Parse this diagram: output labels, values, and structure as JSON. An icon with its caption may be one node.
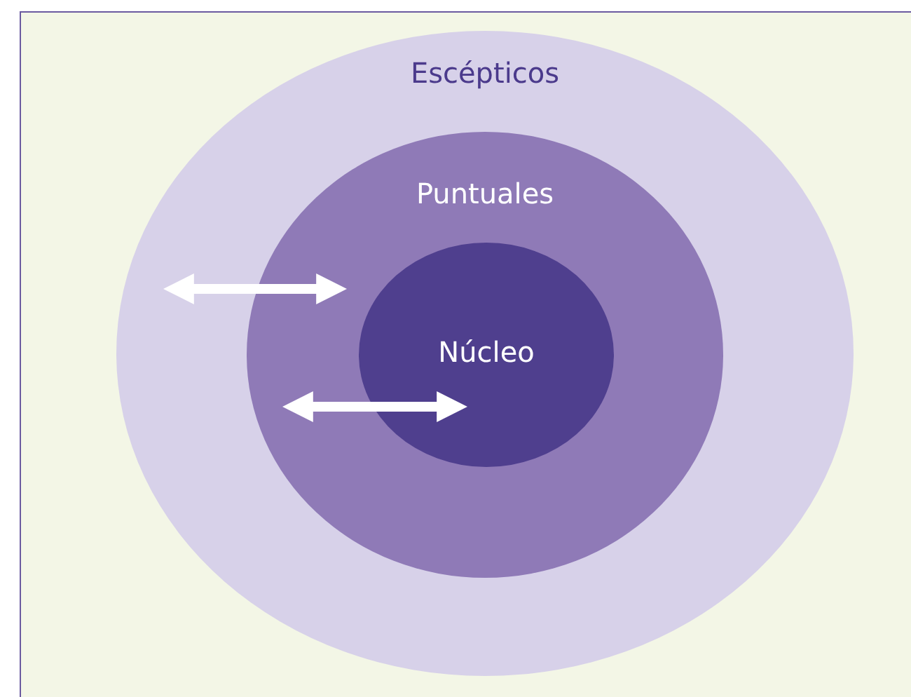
{
  "diagram": {
    "nodes": [
      {
        "text": [
          "Escépticos"
        ]
      },
      {
        "text": [
          "Puntuales"
        ],
        "in": 0
      },
      {
        "text": [
          "Núcleo"
        ],
        "in": 1
      }
    ],
    "edges": [
      {
        "from": 0,
        "to": 1,
        "arrow": "both"
      },
      {
        "from": 1,
        "to": 2,
        "arrow": "both"
      }
    ]
  }
}
